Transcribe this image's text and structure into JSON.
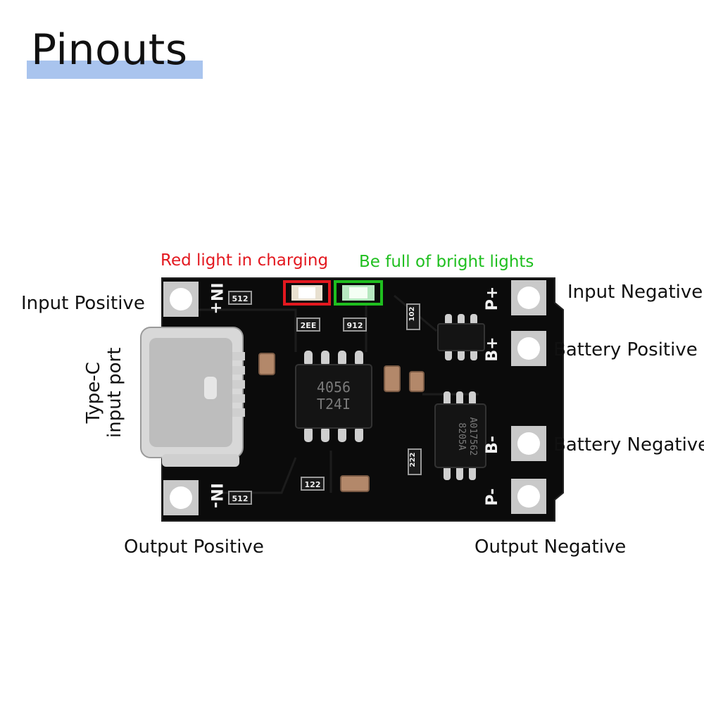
{
  "title": "Pinouts",
  "colors": {
    "title_bar": "#a9c4ee",
    "red_label": "#e3181f",
    "green_label": "#1fbf1f",
    "pcb": "#0b0b0b"
  },
  "labels": {
    "red_light": "Red light in charging",
    "green_light": "Be full of bright lights",
    "input_positive": "Input Positive",
    "input_negative": "Input Negative",
    "battery_positive": "Battery Positive",
    "battery_negative": "Battery Negative",
    "output_positive": "Output Positive",
    "output_negative": "Output Negative",
    "type_c_line1": "Type-C",
    "type_c_line2": "input port"
  },
  "silkscreen": {
    "in_plus": "IN+",
    "in_minus": "IN-",
    "p_plus": "P+",
    "b_plus": "B+",
    "b_minus": "B-",
    "p_minus": "P-"
  },
  "chips": {
    "charger_line1": "4056",
    "charger_line2": "T24I",
    "mosfet_line1": "8205A",
    "mosfet_line2": "A017562"
  },
  "resistors": {
    "r1": "512",
    "r2": "2EE",
    "r3": "912",
    "r4": "102",
    "r5": "222",
    "r6": "122",
    "r7": "512"
  }
}
